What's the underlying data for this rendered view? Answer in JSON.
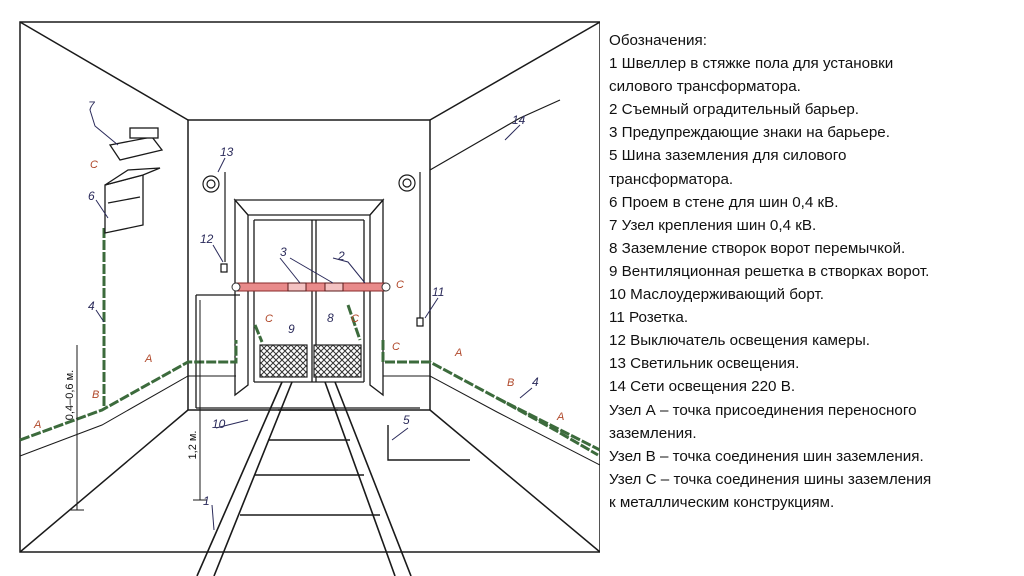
{
  "legend": {
    "title": "Обозначения:",
    "lines": [
      "1 Швеллер в стяжке пола для установки",
      "силового трансформатора.",
      "2 Съемный оградительный барьер.",
      "3 Предупреждающие знаки на барьере.",
      "5 Шина заземления для силового",
      "трансформатора.",
      "6 Проем в стене для шин 0,4 кВ.",
      "7 Узел крепления шин 0,4 кВ.",
      "8 Заземление створок ворот перемычкой.",
      "9 Вентиляционная решетка в створках ворот.",
      "10 Маслоудерживающий борт.",
      "11 Розетка.",
      "12 Выключатель освещения камеры.",
      "13 Светильник освещения.",
      "14 Сети освещения 220 В.",
      "Узел А – точка присоединения переносного",
      "заземления.",
      "Узел В – точка соединения шин заземления.",
      "Узел С – точка соединения шины заземления",
      "к металлическим конструкциям."
    ]
  },
  "drawing": {
    "labels": {
      "n1": "1",
      "n2": "2",
      "n3": "3",
      "n4_left": "4",
      "n4_right": "4",
      "n5": "5",
      "n6": "6",
      "n7": "7",
      "n8": "8",
      "n9": "9",
      "n10": "10",
      "n11": "11",
      "n12": "12",
      "n13": "13",
      "n14": "14"
    },
    "nodes": {
      "a_left": "A",
      "a_mid": "A",
      "a_right": "A",
      "a_right2": "A",
      "b_left": "B",
      "b_right": "B",
      "c_left": "C",
      "c_door_left": "C",
      "c_barrier": "C",
      "c_door_right": "C",
      "c_right": "C"
    },
    "dimensions": {
      "height_wall": "0,4–0,6 м.",
      "height_floor": "1,2 м."
    },
    "colors": {
      "barrier": "#e88a8a",
      "ground_bus": "#3c6b3c",
      "outline": "#1a1a1a"
    }
  }
}
